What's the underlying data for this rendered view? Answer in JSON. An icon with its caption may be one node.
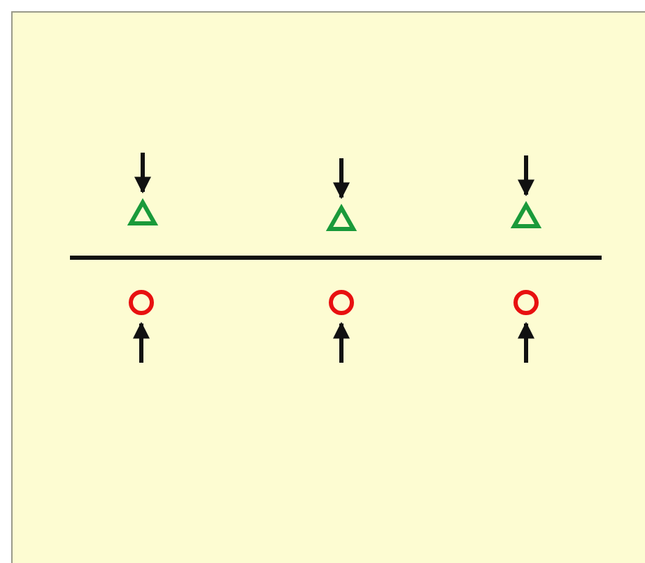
{
  "diagram": {
    "nodes": [
      {
        "text": [],
        "shape": "triangle"
      },
      {
        "text": [],
        "shape": "triangle"
      },
      {
        "text": [],
        "shape": "triangle"
      },
      {
        "text": [],
        "shape": "circle"
      },
      {
        "text": [],
        "shape": "circle"
      },
      {
        "text": [],
        "shape": "circle"
      }
    ],
    "edges": [
      {
        "from": null,
        "to": 0,
        "arrow": "to"
      },
      {
        "from": null,
        "to": 1,
        "arrow": "to"
      },
      {
        "from": null,
        "to": 2,
        "arrow": "to"
      },
      {
        "from": null,
        "to": 3,
        "arrow": "to"
      },
      {
        "from": null,
        "to": 4,
        "arrow": "to"
      },
      {
        "from": null,
        "to": 5,
        "arrow": "to"
      }
    ]
  }
}
